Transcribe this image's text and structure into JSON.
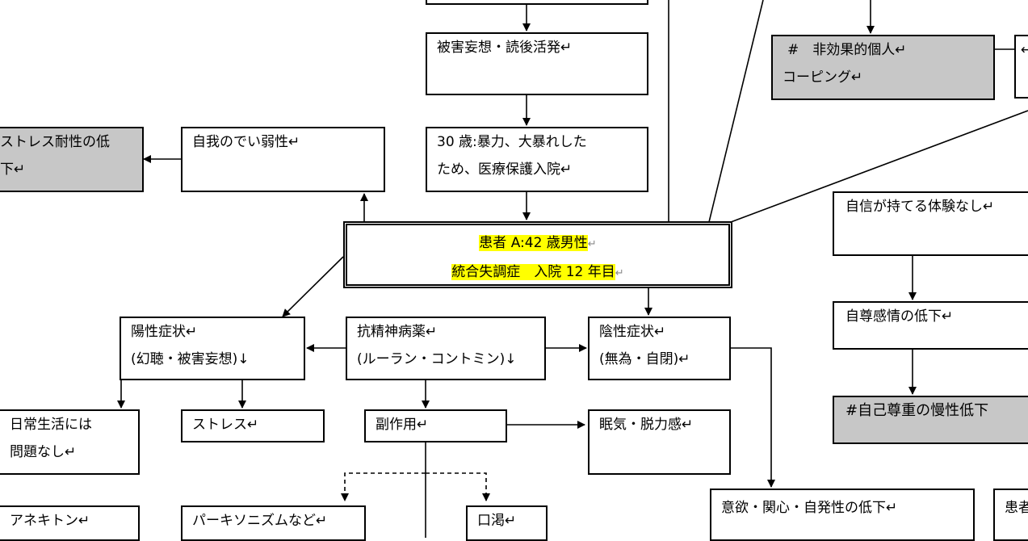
{
  "diagram": {
    "nodes": {
      "top_box": {
        "lines": []
      },
      "delusion": {
        "lines": [
          "被害妄想・読後活発↵"
        ]
      },
      "age30": {
        "lines": [
          "30 歳:暴力、大暴れした",
          "ため、医療保護入院↵"
        ]
      },
      "ego": {
        "lines": [
          "自我のでい弱性↵"
        ]
      },
      "stress_tol": {
        "lines": [
          "ストレス耐性の低",
          "下↵"
        ]
      },
      "patient_line1": {
        "text": "患者 A:42 歳男性",
        "ret": "↵"
      },
      "patient_line2": {
        "text": "統合失調症　入院 12 年目",
        "ret": "↵"
      },
      "positive": {
        "lines": [
          "陽性症状↵",
          "(幻聴・被害妄想)↓"
        ]
      },
      "antipsychotic": {
        "lines": [
          "抗精神病薬↵",
          "(ルーラン・コントミン)↓"
        ]
      },
      "negative": {
        "lines": [
          "陰性症状↵",
          "(無為・自閉)↵"
        ]
      },
      "daily": {
        "lines": [
          "日常生活には",
          "問題なし↵"
        ]
      },
      "stress": {
        "lines": [
          "ストレス↵"
        ]
      },
      "side_effect": {
        "lines": [
          "副作用↵"
        ]
      },
      "drowsy": {
        "lines": [
          "眠気・脱力感↵"
        ]
      },
      "akineton": {
        "lines": [
          "アネキトン↵"
        ]
      },
      "parkinson": {
        "lines": [
          "パーキソニズムなど↵"
        ]
      },
      "thirst": {
        "lines": [
          "口渇↵"
        ]
      },
      "motivation": {
        "lines": [
          "意欲・関心・自発性の低下↵"
        ]
      },
      "patient_cut": {
        "lines": [
          "患者"
        ]
      },
      "coping": {
        "lines": [
          "#　非効果的個人↵",
          "コーピング↵"
        ]
      },
      "coping_right": {
        "lines": [
          "↵"
        ]
      },
      "confidence": {
        "lines": [
          "自信が持てる体験なし↵"
        ]
      },
      "selfesteem_low": {
        "lines": [
          "自尊感情の低下↵"
        ]
      },
      "selfesteem_chronic": {
        "lines": [
          "#自己尊重の慢性低下"
        ]
      }
    }
  }
}
